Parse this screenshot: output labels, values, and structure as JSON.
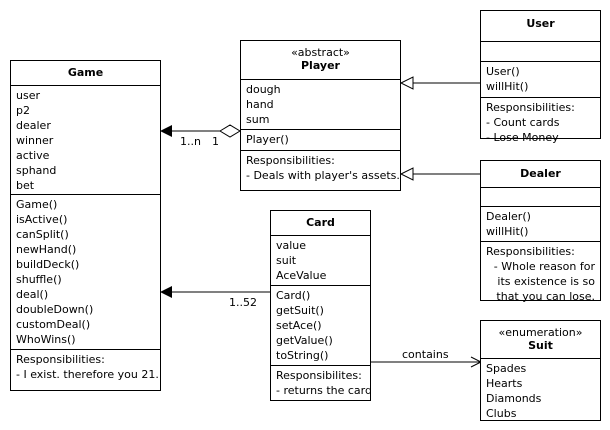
{
  "classes": {
    "game": {
      "name": "Game",
      "attributes": [
        "user",
        "p2",
        "dealer",
        "winner",
        "active",
        "sphand",
        "bet"
      ],
      "methods": [
        "Game()",
        "isActive()",
        "canSplit()",
        "newHand()",
        "buildDeck()",
        "shuffle()",
        "deal()",
        "doubleDown()",
        "customDeal()",
        "WhoWins()"
      ],
      "responsibilities_title": "Responsibilities:",
      "responsibilities": [
        "- I exist. therefore you 21."
      ]
    },
    "player": {
      "stereotype": "«abstract»",
      "name": "Player",
      "attributes": [
        "dough",
        "hand",
        "sum"
      ],
      "methods": [
        "Player()"
      ],
      "responsibilities_title": "Responsibilities:",
      "responsibilities": [
        "- Deals with player's assets."
      ]
    },
    "user": {
      "name": "User",
      "methods": [
        "User()",
        "willHit()"
      ],
      "responsibilities_title": "Responsibilities:",
      "responsibilities": [
        "- Count cards",
        "- Lose Money"
      ]
    },
    "dealer": {
      "name": "Dealer",
      "methods": [
        "Dealer()",
        "willHit()"
      ],
      "responsibilities_title": "Responsibilities:",
      "responsibilities": [
        "- Whole reason for",
        "its existence is so",
        "that you can lose."
      ]
    },
    "card": {
      "name": "Card",
      "attributes": [
        "value",
        "suit",
        "AceValue"
      ],
      "methods": [
        "Card()",
        "getSuit()",
        "setAce()",
        "getValue()",
        "toString()"
      ],
      "responsibilities_title": "Responsibilites:",
      "responsibilities": [
        "- returns the card"
      ]
    },
    "suit": {
      "stereotype": "«enumeration»",
      "name": "Suit",
      "values": [
        "Spades",
        "Hearts",
        "Diamonds",
        "Clubs"
      ]
    }
  },
  "relations": {
    "player_game": {
      "mult_game": "1..n",
      "mult_player": "1"
    },
    "card_game": {
      "mult_card": "1..52"
    },
    "card_suit": {
      "label": "contains"
    }
  }
}
